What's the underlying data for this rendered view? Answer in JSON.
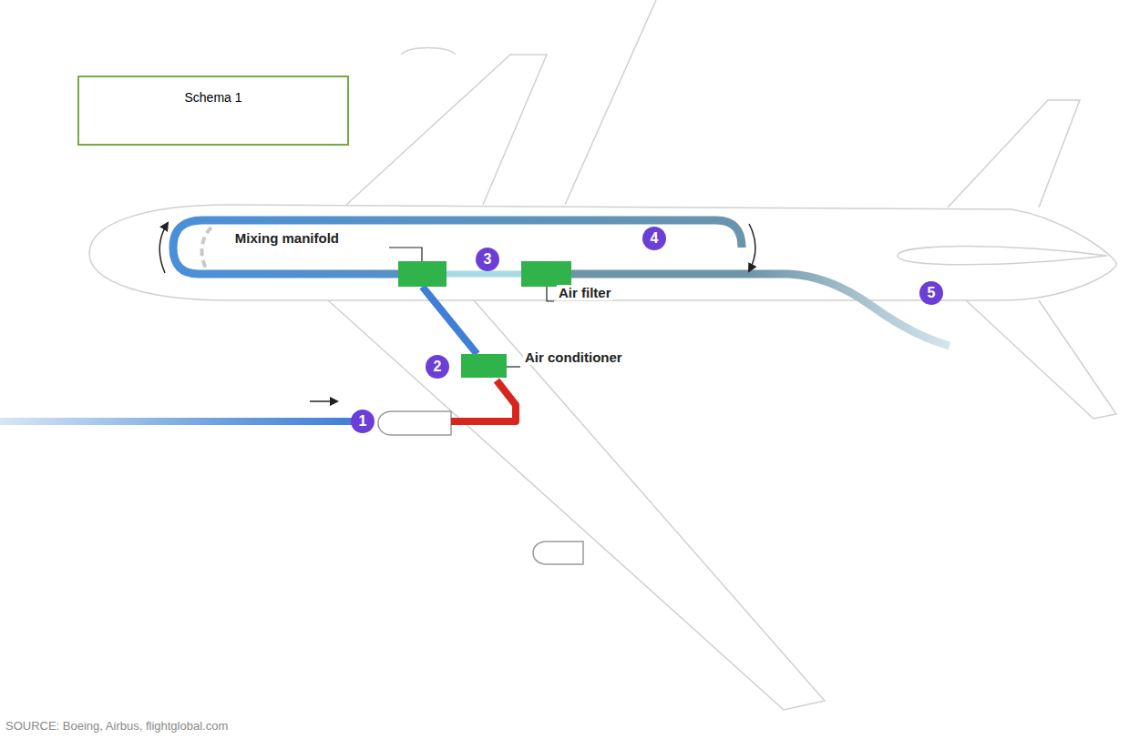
{
  "diagram": {
    "caption": "SOURCE: Boeing, Airbus, flightglobal.com",
    "nodes": [
      {
        "text": [
          "Schema 1"
        ]
      },
      {
        "text": [
          "Mixing manifold"
        ]
      },
      {
        "text": [
          "3"
        ]
      },
      {
        "text": [
          "Air filter"
        ]
      },
      {
        "text": [
          "4"
        ]
      },
      {
        "text": [
          "5"
        ]
      },
      {
        "text": [
          "2"
        ]
      },
      {
        "text": [
          "Air conditioner"
        ]
      },
      {
        "text": [
          "1"
        ]
      }
    ],
    "edges": [
      {
        "from": 7,
        "to": 1,
        "arrow": "none"
      },
      {
        "from": 1,
        "to": 3,
        "arrow": "none"
      }
    ]
  }
}
